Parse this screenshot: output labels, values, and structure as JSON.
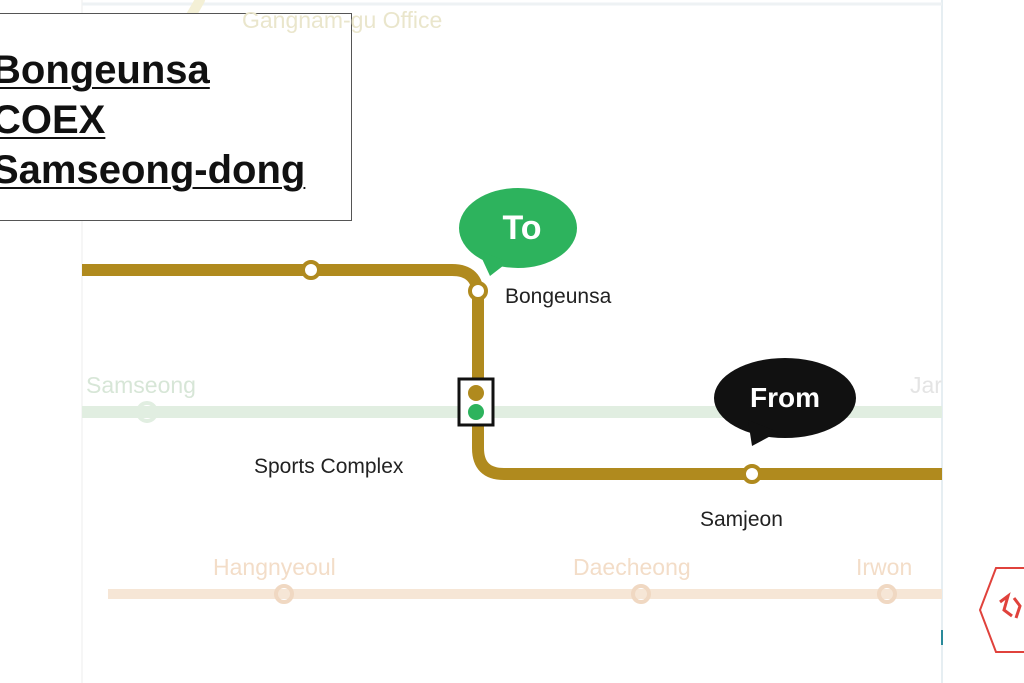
{
  "title": {
    "lines": [
      "Bongeunsa",
      "COEX",
      "Samseong-dong"
    ]
  },
  "map": {
    "background_stations": [
      {
        "name": "Gangnam-gu Office",
        "color": "#eae6cc"
      },
      {
        "name": "Samseong",
        "color": "#d7e6d7"
      },
      {
        "name": "Jamsil",
        "display": "Jar",
        "color": "#e4e4e4"
      },
      {
        "name": "Hangnyeoul",
        "color": "#f3ddc8"
      },
      {
        "name": "Daecheong",
        "color": "#f3ddc8"
      },
      {
        "name": "Irwon",
        "color": "#f3ddc8"
      }
    ],
    "route_stations": [
      {
        "name": "Bongeunsa"
      },
      {
        "name": "Sports Complex"
      },
      {
        "name": "Samjeon"
      }
    ],
    "callouts": {
      "to": {
        "label": "To",
        "color": "#2db35d"
      },
      "from": {
        "label": "From",
        "color": "#111111"
      }
    },
    "colors": {
      "route_line": "#b08a1e",
      "faint_green_line": "#e1eee1",
      "faint_orange_line": "#f6e6d6",
      "faint_yellow_line": "#f4f0d6",
      "signal_amber": "#b08a1e",
      "signal_green": "#2db35d",
      "logo_red": "#e0423c"
    },
    "icons": [
      "transfer-signal-icon",
      "logo-hexagon-icon"
    ]
  }
}
